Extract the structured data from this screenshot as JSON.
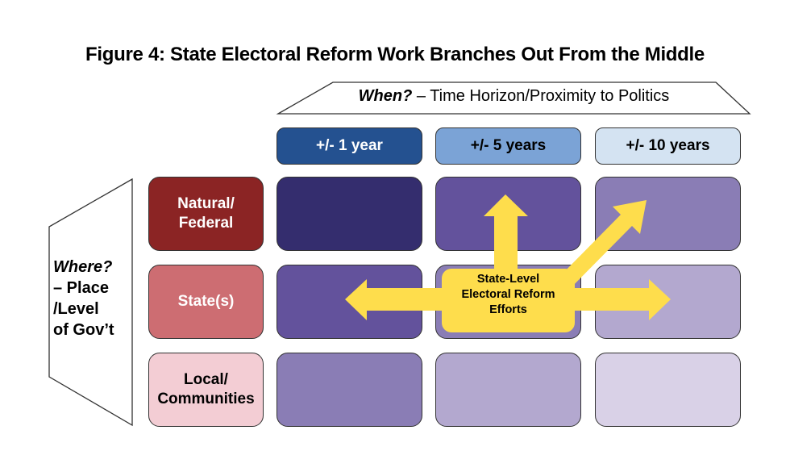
{
  "title": "Figure 4: State Electoral Reform Work Branches Out From the Middle",
  "when_axis": {
    "label_italic": "When?",
    "label_rest": " – Time Horizon/Proximity to Politics"
  },
  "where_axis": {
    "label_italic": "Where?",
    "lines": [
      "– Place",
      "/Level",
      "of Gov’t"
    ]
  },
  "columns": [
    {
      "label": "+/- 1 year",
      "color": "#245190",
      "text_color": "#ffffff"
    },
    {
      "label": "+/- 5 years",
      "color": "#7ba3d6",
      "text_color": "#000000"
    },
    {
      "label": "+/- 10 years",
      "color": "#d4e3f2",
      "text_color": "#000000"
    }
  ],
  "rows": [
    {
      "label_lines": [
        "Natural/",
        "Federal"
      ],
      "color": "#8b2424",
      "text_color": "#ffffff"
    },
    {
      "label_lines": [
        "State(s)"
      ],
      "color": "#cd6d72",
      "text_color": "#ffffff"
    },
    {
      "label_lines": [
        "Local/",
        "Communities"
      ],
      "color": "#f3cdd4",
      "text_color": "#000000"
    }
  ],
  "cells": [
    [
      "#342d6e",
      "#63529c",
      "#8a7db5"
    ],
    [
      "#63529c",
      "#8a7db5",
      "#b3a8cf"
    ],
    [
      "#8a7db5",
      "#b3a8cf",
      "#d9d1e7"
    ]
  ],
  "center": {
    "lines": [
      "State-Level",
      "Electoral Reform",
      "Efforts"
    ],
    "color": "#fedd4c"
  },
  "arrows": [
    "left",
    "up",
    "up-right",
    "right"
  ]
}
